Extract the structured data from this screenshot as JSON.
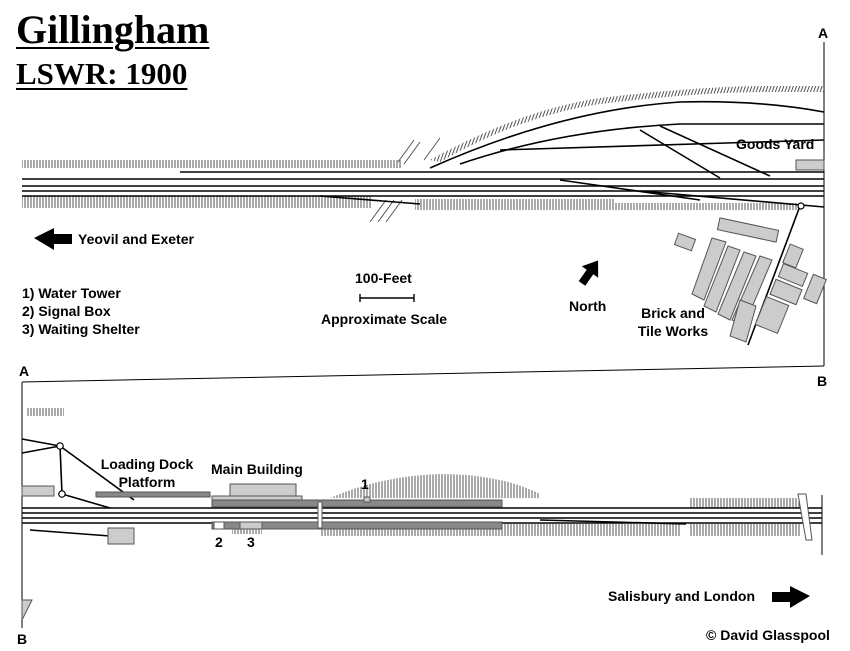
{
  "title": "Gillingham",
  "subtitle": "LSWR: 1900",
  "upper_panel": {
    "label_a": "A",
    "label_b": "B",
    "goods_yard": "Goods Yard",
    "direction_west": "Yeovil and Exeter",
    "key": [
      "1) Water Tower",
      "2) Signal Box",
      "3) Waiting Shelter"
    ],
    "scale_title": "100-Feet",
    "scale_caption": "Approximate Scale",
    "north": "North",
    "brick_works_line1": "Brick and",
    "brick_works_line2": "Tile Works"
  },
  "lower_panel": {
    "label_a": "A",
    "label_b": "B",
    "loading_dock_line1": "Loading Dock",
    "loading_dock_line2": "Platform",
    "main_building": "Main Building",
    "marker_1": "1",
    "marker_2": "2",
    "marker_3": "3",
    "direction_east": "Salisbury and London"
  },
  "credit": "© David Glasspool",
  "colors": {
    "building_fill": "#cccccc",
    "platform_fill": "#888888",
    "ink": "#000000"
  }
}
